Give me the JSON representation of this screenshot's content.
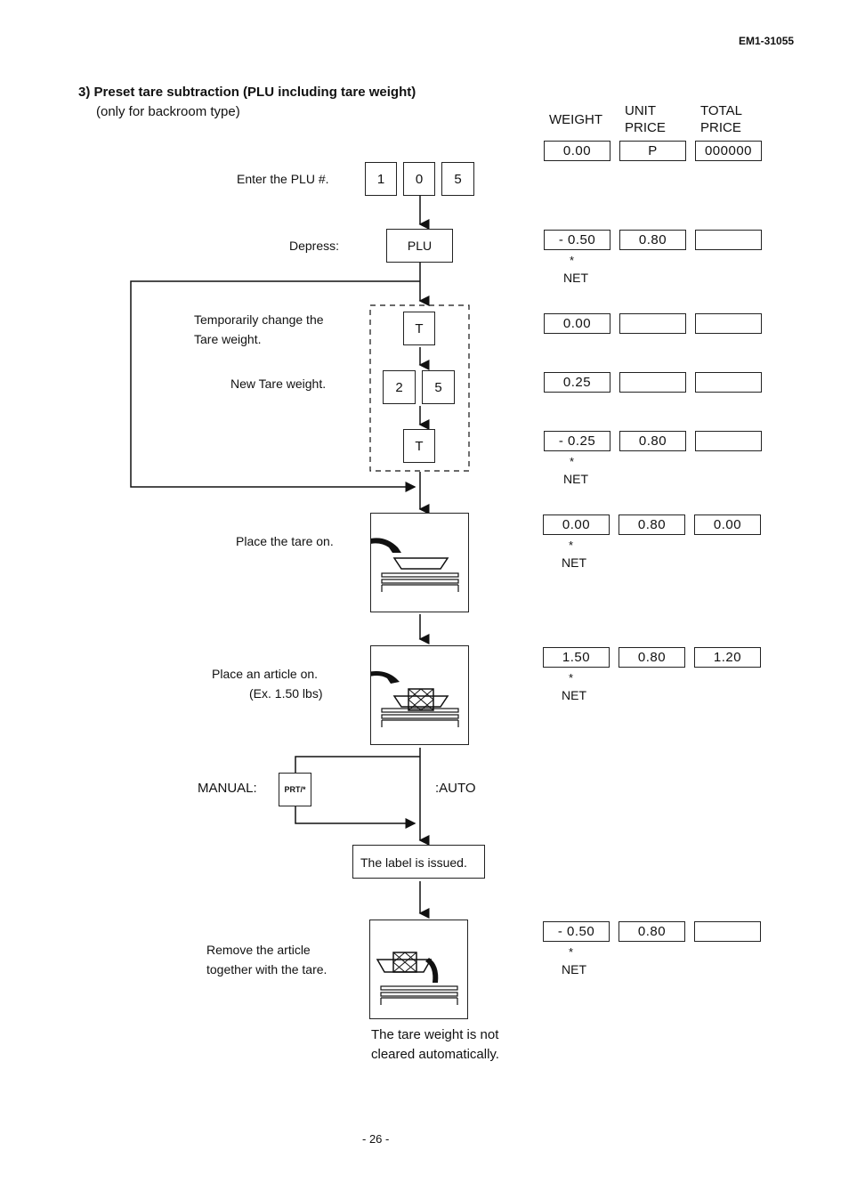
{
  "doc_id": "EM1-31055",
  "section_title": "3) Preset tare subtraction (PLU including tare weight)",
  "section_subtitle": "(only for backroom type)",
  "headers": {
    "weight": "WEIGHT",
    "unit_price": "UNIT\nPRICE",
    "total_price": "TOTAL\nPRICE"
  },
  "steps": {
    "enter_plu": "Enter the PLU #.",
    "depress": "Depress:",
    "temp_change": "Temporarily change the\nTare weight.",
    "new_tare": "New Tare weight.",
    "place_tare": "Place the tare on.",
    "place_article": "Place an article on.",
    "place_article_ex": "(Ex. 1.50 lbs)",
    "manual": "MANUAL:",
    "auto": ":AUTO",
    "label_issued": "The label is issued.",
    "remove_article": "Remove the article\ntogether with the tare.",
    "tare_note": "The tare weight is not\ncleared automatically."
  },
  "keys": {
    "plu_digits": [
      "1",
      "0",
      "5"
    ],
    "plu": "PLU",
    "t1": "T",
    "tare_digits": [
      "2",
      "5"
    ],
    "t2": "T",
    "prt": "PRT/*"
  },
  "net_label": "NET",
  "net_star": "*",
  "displays": [
    {
      "weight": "0.00",
      "unit": "P",
      "total": "000000",
      "net": false
    },
    {
      "weight": "- 0.50",
      "unit": "0.80",
      "total": "",
      "net": true
    },
    {
      "weight": "0.00",
      "unit": "",
      "total": "",
      "net": false
    },
    {
      "weight": "0.25",
      "unit": "",
      "total": "",
      "net": false
    },
    {
      "weight": "- 0.25",
      "unit": "0.80",
      "total": "",
      "net": true
    },
    {
      "weight": "0.00",
      "unit": "0.80",
      "total": "0.00",
      "net": true
    },
    {
      "weight": "1.50",
      "unit": "0.80",
      "total": "1.20",
      "net": true
    },
    {
      "weight": "- 0.50",
      "unit": "0.80",
      "total": "",
      "net": true
    }
  ],
  "page_number": "- 26 -"
}
